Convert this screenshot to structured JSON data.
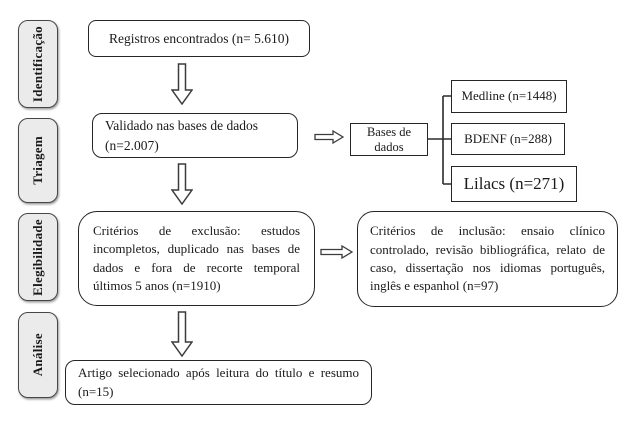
{
  "diagram": {
    "stages": [
      {
        "label": "Identificação"
      },
      {
        "label": "Triagem"
      },
      {
        "label": "Elegibilidade"
      },
      {
        "label": "Análise"
      }
    ],
    "nodes": {
      "records": "Registros encontrados (n= 5.610)",
      "validated": "Validado nas bases de dados (n=2.007)",
      "databases": "Bases de dados",
      "medline": "Medline (n=1448)",
      "bdenf": "BDENF (n=288)",
      "lilacs": "Lilacs (n=271)",
      "exclusion": "Critérios de exclusão: estudos incompletos, duplicado nas bases de dados e fora de recorte temporal últimos 5 anos (n=1910)",
      "inclusion": "Critérios de inclusão: ensaio clínico controlado, revisão bibliográfica, relato de caso, dissertação nos idiomas português, inglês e espanhol (n=97)",
      "selected": "Artigo selecionado após leitura do título e resumo (n=15)"
    },
    "colors": {
      "stage_fill": "#ebebeb",
      "line": "#3c3c3c",
      "box_fill": "#ffffff",
      "text": "#1a1a1a"
    }
  }
}
